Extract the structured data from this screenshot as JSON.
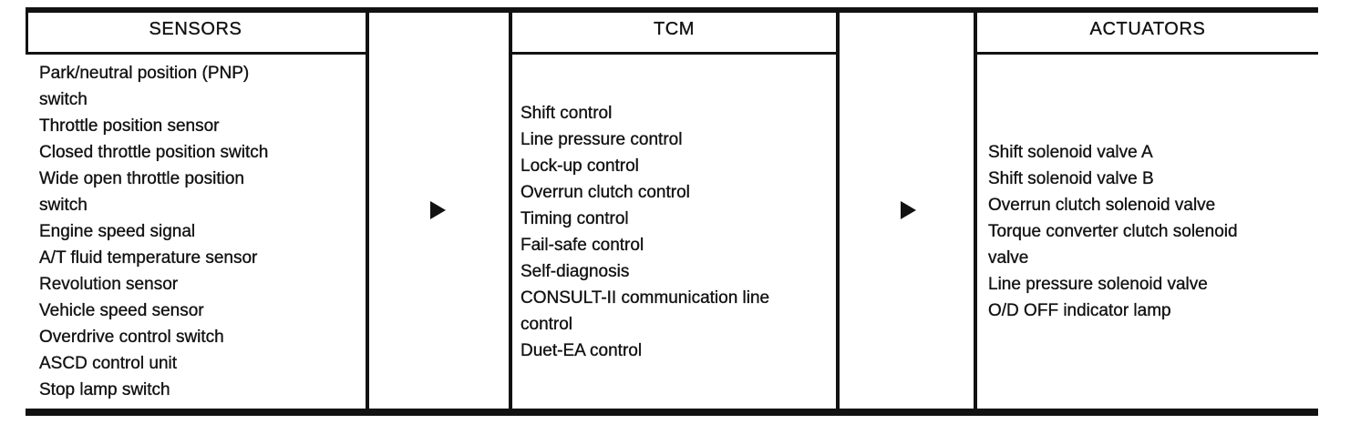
{
  "diagram": {
    "columns": [
      {
        "header": "SENSORS",
        "items": [
          "Park/neutral position (PNP)\nswitch",
          "Throttle position sensor",
          "Closed throttle position switch",
          "Wide open throttle position\nswitch",
          "Engine speed signal",
          "A/T fluid temperature sensor",
          "Revolution sensor",
          "Vehicle speed sensor",
          "Overdrive control switch",
          "ASCD control unit",
          "Stop lamp switch"
        ]
      },
      {
        "header": "TCM",
        "items": [
          "Shift control",
          "Line pressure control",
          "Lock-up control",
          "Overrun clutch control",
          "Timing control",
          "Fail-safe control",
          "Self-diagnosis",
          "CONSULT-II communication line\ncontrol",
          "Duet-EA control"
        ]
      },
      {
        "header": "ACTUATORS",
        "items": [
          "Shift solenoid valve A",
          "Shift solenoid valve B",
          "Overrun clutch solenoid valve",
          "Torque converter clutch solenoid\nvalve",
          "Line pressure solenoid valve",
          "O/D OFF indicator lamp"
        ]
      }
    ],
    "arrow_icon": "right-triangle-arrow",
    "colors": {
      "ink": "#121212",
      "background": "#ffffff"
    }
  }
}
